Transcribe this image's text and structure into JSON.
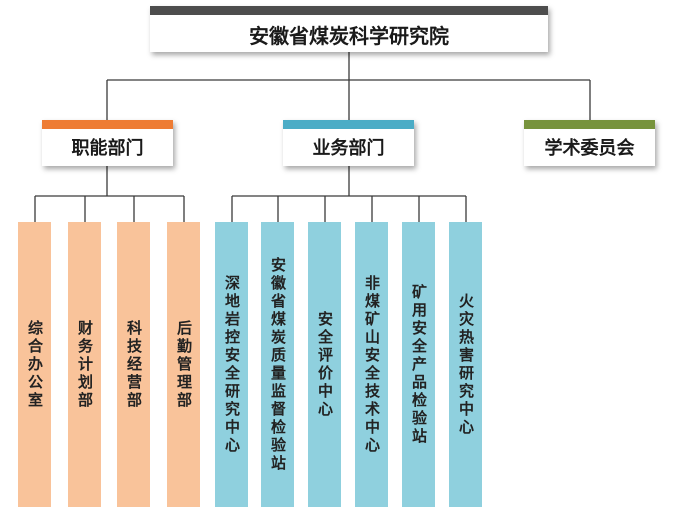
{
  "colors": {
    "root_bar": "#4d4d4d",
    "functional_bar": "#ee7c34",
    "business_bar": "#4bacc6",
    "academic_bar": "#77933c",
    "functional_leaf": "#f9c39a",
    "business_leaf": "#8fd0de",
    "connector": "#3a3a3a"
  },
  "root": {
    "label": "安徽省煤炭科学研究院"
  },
  "level2": [
    {
      "label": "职能部门"
    },
    {
      "label": "业务部门"
    },
    {
      "label": "学术委员会"
    }
  ],
  "functional_units": [
    {
      "label": "综合办公室"
    },
    {
      "label": "财务计划部"
    },
    {
      "label": "科技经营部"
    },
    {
      "label": "后勤管理部"
    }
  ],
  "business_units": [
    {
      "label": "深地岩控安全研究中心"
    },
    {
      "label": "安徽省煤炭质量监督检验站"
    },
    {
      "label": "安全评价中心"
    },
    {
      "label": "非煤矿山安全技术中心"
    },
    {
      "label": "矿用安全产品检验站"
    },
    {
      "label": "火灾热害研究中心"
    }
  ]
}
